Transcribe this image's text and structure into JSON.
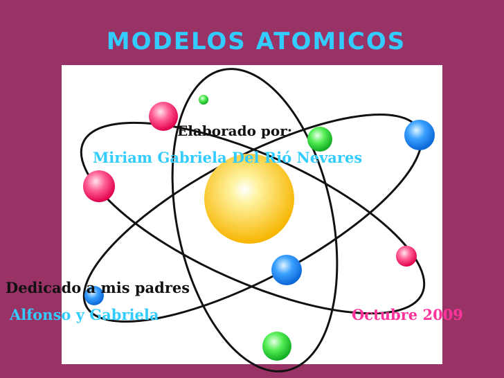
{
  "slide": {
    "title": "MODELOS ATOMICOS",
    "elaborated_label": "Elaborado por:",
    "author": "Miriam Gabriela Del Rió Nevares",
    "dedication": "Dedicado a mis padres",
    "parents": "Alfonso y Gabriela",
    "date": "Octubre 2009"
  },
  "colors": {
    "background": "#993366",
    "accent_blue": "#33ccff",
    "accent_pink": "#ff3399",
    "nucleus": "#ffcc33",
    "electron_pink": "#ff2266",
    "electron_green": "#33dd44",
    "electron_blue": "#2288ee"
  },
  "illustration": "atom-illustration"
}
